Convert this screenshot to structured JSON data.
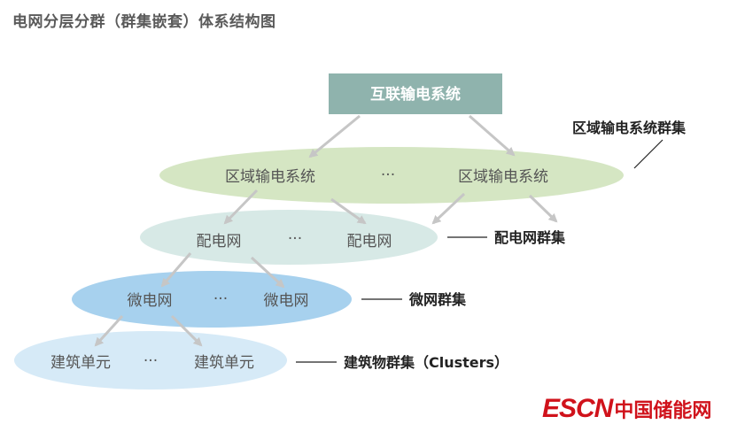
{
  "title": "电网分层分群（群集嵌套）体系结构图",
  "top_node": "互联输电系统",
  "levels": {
    "regional": {
      "left": "区域输电系统",
      "ellipsis": "···",
      "right": "区域输电系统",
      "label": "区域输电系统群集"
    },
    "distribution": {
      "left": "配电网",
      "ellipsis": "···",
      "right": "配电网",
      "label": "配电网群集"
    },
    "micro": {
      "left": "微电网",
      "ellipsis": "···",
      "right": "微电网",
      "label": "微网群集"
    },
    "building": {
      "left": "建筑单元",
      "ellipsis": "···",
      "right": "建筑单元",
      "label": "建筑物群集（Clusters）"
    }
  },
  "logo": {
    "latin": "ESCN",
    "chinese": "中国储能网"
  },
  "colors": {
    "top_box": "#8fb3ad",
    "regional": "#d5e6c3",
    "distribution": "#d7e9e6",
    "micro": "#a7d1ee",
    "building": "#d6eaf7",
    "arrow": "#c6c6c6",
    "logo": "#d0121b"
  }
}
